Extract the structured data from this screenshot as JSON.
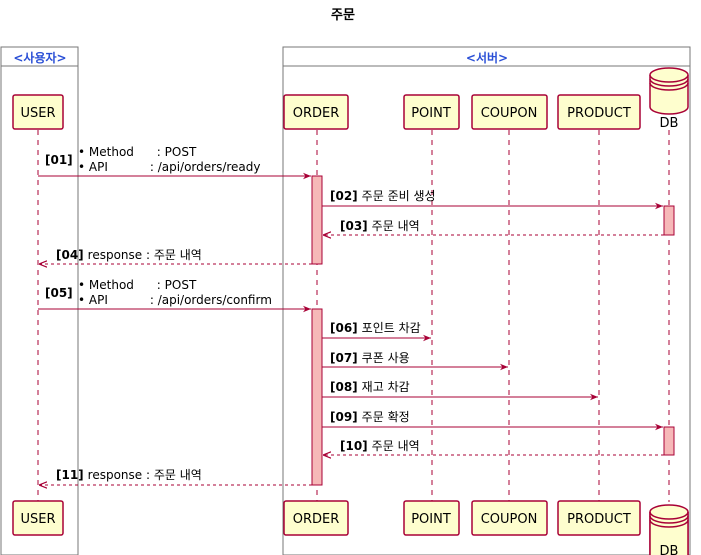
{
  "title": "주문",
  "boxes": {
    "user": "<사용자>",
    "server": "<서버>"
  },
  "participants": {
    "user": "USER",
    "order": "ORDER",
    "point": "POINT",
    "coupon": "COUPON",
    "product": "PRODUCT",
    "db": "DB"
  },
  "messages": [
    {
      "num": "[01]",
      "lines": [
        "• Method      : POST",
        "• API           : /api/orders/ready"
      ]
    },
    {
      "num": "[02]",
      "text": "주문 준비 생성"
    },
    {
      "num": "[03]",
      "text": "주문 내역"
    },
    {
      "num": "[04]",
      "text": "response : 주문 내역"
    },
    {
      "num": "[05]",
      "lines": [
        "• Method      : POST",
        "• API           : /api/orders/confirm"
      ]
    },
    {
      "num": "[06]",
      "text": "포인트 차감"
    },
    {
      "num": "[07]",
      "text": "쿠폰 사용"
    },
    {
      "num": "[08]",
      "text": "재고 차감"
    },
    {
      "num": "[09]",
      "text": "주문 확정"
    },
    {
      "num": "[10]",
      "text": "주문 내역"
    },
    {
      "num": "[11]",
      "text": "response : 주문 내역"
    }
  ],
  "colors": {
    "participant_fill": "#fefece",
    "participant_border": "#a80036",
    "arrow": "#a80036",
    "activation_fill": "#f6b8b8",
    "box_border": "#777777",
    "box_title": "#2a4fd6"
  }
}
